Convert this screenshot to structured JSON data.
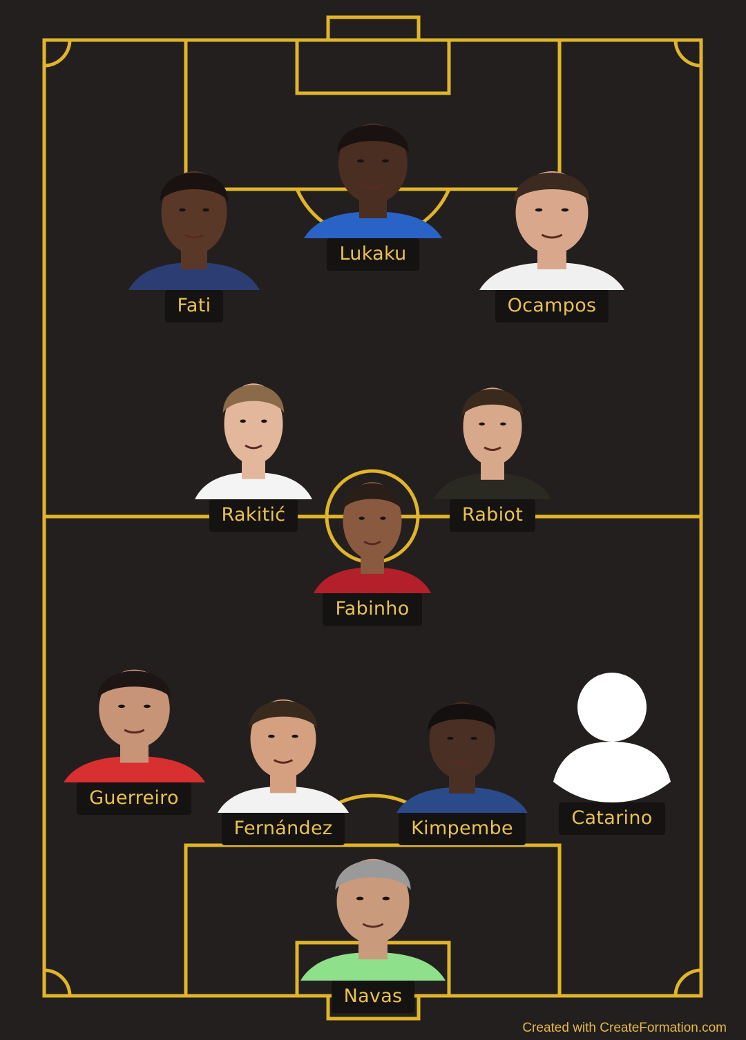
{
  "colors": {
    "background": "#231f1e",
    "lines": "#e0b52a",
    "name_text": "#e9c24f",
    "name_bg": "#151212"
  },
  "players": {
    "lukaku": {
      "name": "Lukaku",
      "kit": "#2a63c7",
      "skin": "#4a2e22",
      "hair": "#1a1210"
    },
    "fati": {
      "name": "Fati",
      "kit": "#2c3d73",
      "skin": "#5a3828",
      "hair": "#1a1210"
    },
    "ocampos": {
      "name": "Ocampos",
      "kit": "#f0f0f0",
      "skin": "#d9a88c",
      "hair": "#3a2a20"
    },
    "rakitic": {
      "name": "Rakitić",
      "kit": "#f4f4f4",
      "skin": "#e2b79b",
      "hair": "#8a6a48"
    },
    "rabiot": {
      "name": "Rabiot",
      "kit": "#2a2a22",
      "skin": "#d8a88a",
      "hair": "#3a2a1e"
    },
    "fabinho": {
      "name": "Fabinho",
      "kit": "#b3202a",
      "skin": "#8a5a40",
      "hair": "#2a1e18"
    },
    "guerreiro": {
      "name": "Guerreiro",
      "kit": "#d83030",
      "skin": "#c89478",
      "hair": "#1e1614"
    },
    "fernandez": {
      "name": "Fernández",
      "kit": "#f2f2f2",
      "skin": "#d4a080",
      "hair": "#3a2a1e"
    },
    "kimpembe": {
      "name": "Kimpembe",
      "kit": "#2a4a8a",
      "skin": "#4a3024",
      "hair": "#151010"
    },
    "catarino": {
      "name": "Catarino",
      "kit": "#ffffff",
      "skin": "#ffffff",
      "hair": "#ffffff",
      "icon": "user-silhouette-icon"
    },
    "navas": {
      "name": "Navas",
      "kit": "#8fe08a",
      "skin": "#c99a7c",
      "hair": "#9a9a9a"
    }
  },
  "footer": "Created with CreateFormation.com"
}
